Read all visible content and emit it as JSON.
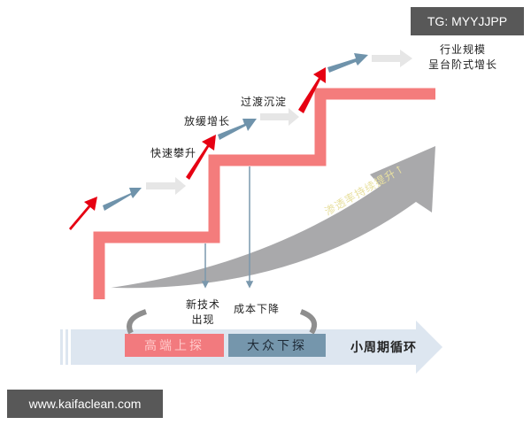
{
  "watermarks": {
    "top_right": "TG: MYYJJPP",
    "bottom_left": "www.kaifaclean.com"
  },
  "phases": {
    "rapid_rise": "快速攀升",
    "slowing_growth": "放缓增长",
    "transition_settle": "过渡沉淀"
  },
  "industry_scale": {
    "line1": "行业规模",
    "line2": "呈台阶式增长"
  },
  "penetration_arrow": {
    "label": "渗透率持续提升↑"
  },
  "drivers": {
    "new_tech_line1": "新技术",
    "new_tech_line2": "出现",
    "cost_down": "成本下降"
  },
  "cycle": {
    "high_end": "高端上探",
    "mass_market": "大众下探",
    "small_cycle": "小周期循环"
  },
  "colors": {
    "staircase": "#f47c7c",
    "red_arrow": "#e60012",
    "blue_arrow": "#6f93ab",
    "gray_arrow": "#e6e6e6",
    "big_arrow": "#a9a9ab",
    "cycle_band": "#dde6f0",
    "high_end_box": "#f27a7e",
    "mass_box": "#7596ac"
  }
}
